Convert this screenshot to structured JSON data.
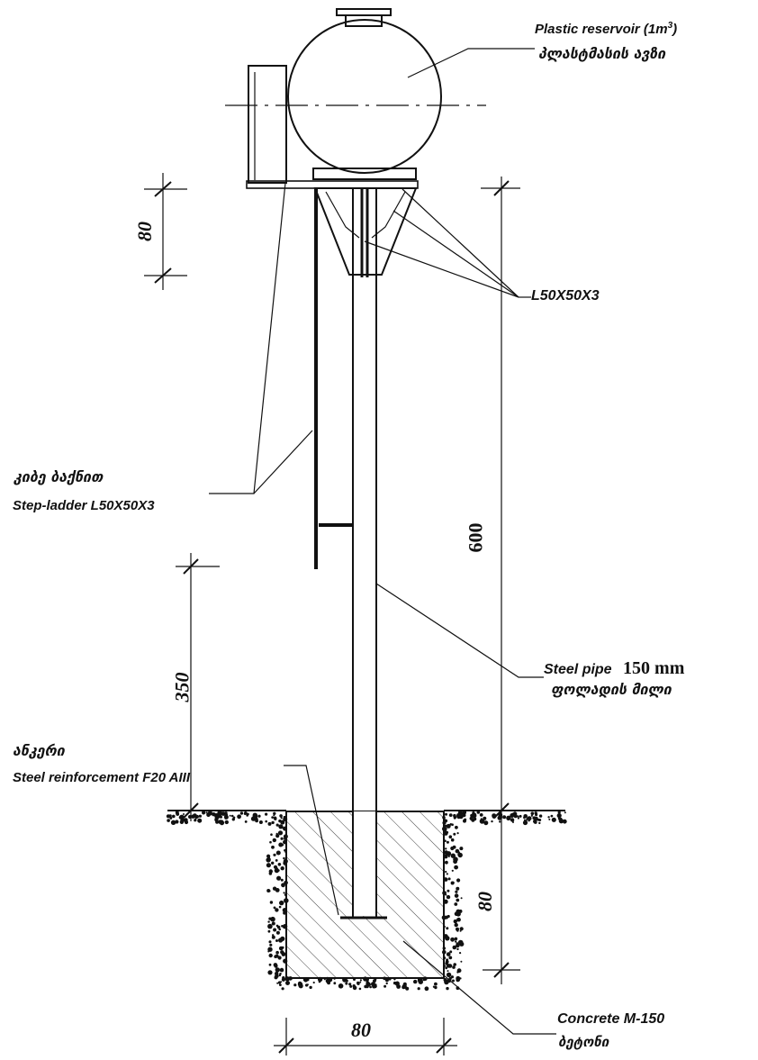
{
  "labels": {
    "reservoir_en_prefix": "Plastic reservoir (1m",
    "reservoir_en_sup": "3",
    "reservoir_en_suffix": ")",
    "reservoir_ka": "პლასტმასის ავზი",
    "angle_label": "L50X50X3",
    "ladder_ka": "კიბე ბაქნით",
    "ladder_en": "Step-ladder L50X50X3",
    "pipe_en": "Steel pipe",
    "pipe_size": "150 mm",
    "pipe_ka": "ფოლადის მილი",
    "anchor_ka": "ანკერი",
    "anchor_en": "Steel reinforcement F20 AIII",
    "concrete_en": "Concrete M-150",
    "concrete_ka": "ბეტონი"
  },
  "dimensions": {
    "bracket_height": "80",
    "total_height": "600",
    "lower_height": "350",
    "foundation_depth": "80",
    "foundation_width": "80"
  },
  "colors": {
    "ink": "#111111",
    "paper": "#ffffff",
    "hatch": "#444444"
  }
}
